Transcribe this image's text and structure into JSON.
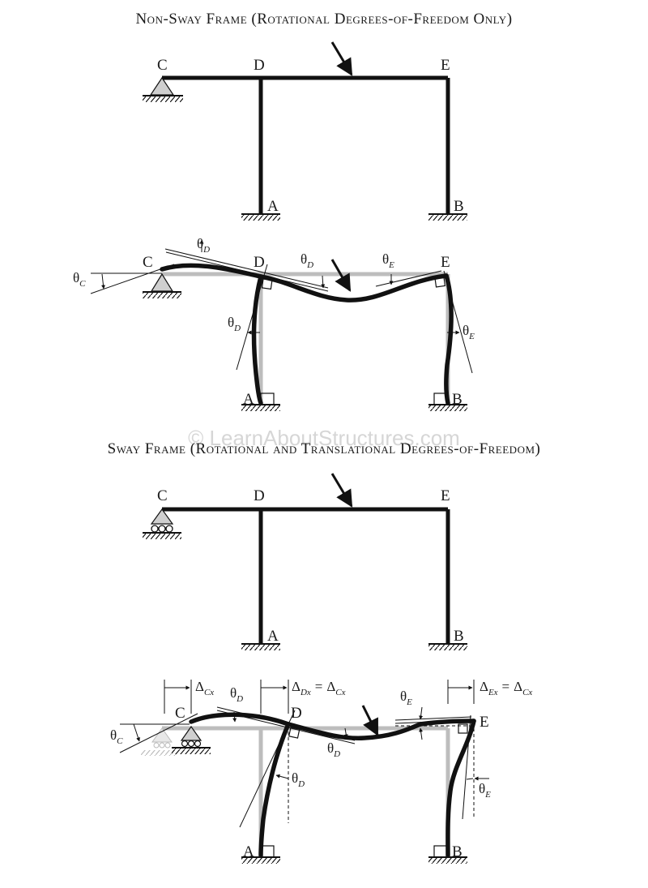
{
  "titles": {
    "non_sway": "Non-Sway Frame (Rotational Degrees-of-Freedom Only)",
    "sway": "Sway Frame (Rotational and Translational Degrees-of-Freedom)"
  },
  "watermark": "© LearnAboutStructures.com",
  "nodes": {
    "A": "A",
    "B": "B",
    "C": "C",
    "D": "D",
    "E": "E"
  },
  "symbols": {
    "theta": "θ",
    "delta": "Δ",
    "equals": "=",
    "sub_C": "C",
    "sub_D": "D",
    "sub_E": "E",
    "sub_Cx": "Cx",
    "sub_Dx": "Dx",
    "sub_Ex": "Ex"
  }
}
